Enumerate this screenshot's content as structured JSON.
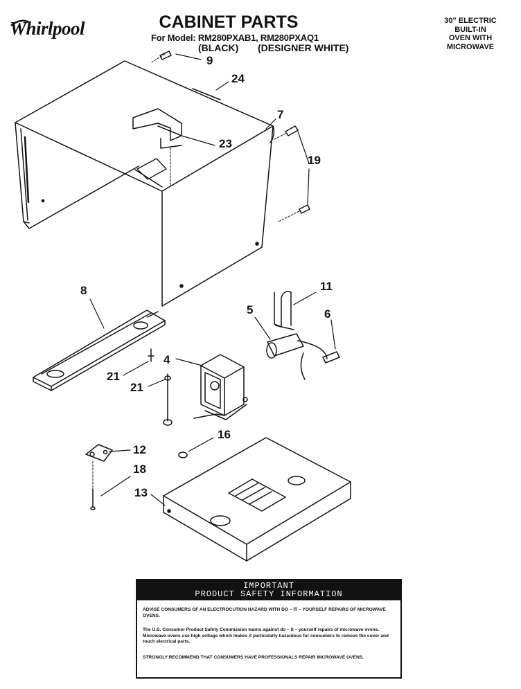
{
  "brand": "Whirlpool",
  "title": "CABINET PARTS",
  "model_line": "For Model: RM280PXAB1, RM280PXAQ1",
  "variants": [
    "(BLACK)",
    "(DESIGNER WHITE)"
  ],
  "product_desc": [
    "30\" ELECTRIC",
    "BUILT-IN",
    "OVEN WITH",
    "MICROWAVE"
  ],
  "callouts": {
    "c9": "9",
    "c24": "24",
    "c7": "7",
    "c23": "23",
    "c19": "19",
    "c8": "8",
    "c11": "11",
    "c5": "5",
    "c6": "6",
    "c4": "4",
    "c21a": "21",
    "c21b": "21",
    "c12": "12",
    "c16": "16",
    "c18": "18",
    "c13": "13"
  },
  "notice": {
    "heading1": "IMPORTANT",
    "heading2": "PRODUCT SAFETY INFORMATION",
    "para1": "ADVISE CONSUMERS OF AN ELECTROCUTION HAZARD WITH DO – IT – YOURSELF REPAIRS OF MICROWAVE OVENS.",
    "para2": "The U.S. Consumer Product Safety Commission warns against do – it – yourself repairs of microwave ovens. Microwave ovens use high voltage which makes it particularly hazardous for consumers to remove the cover and touch electrical parts.",
    "para3": "STRONGLY RECOMMEND THAT CONSUMERS HAVE PROFESSIONALS REPAIR MICROWAVE OVENS."
  }
}
